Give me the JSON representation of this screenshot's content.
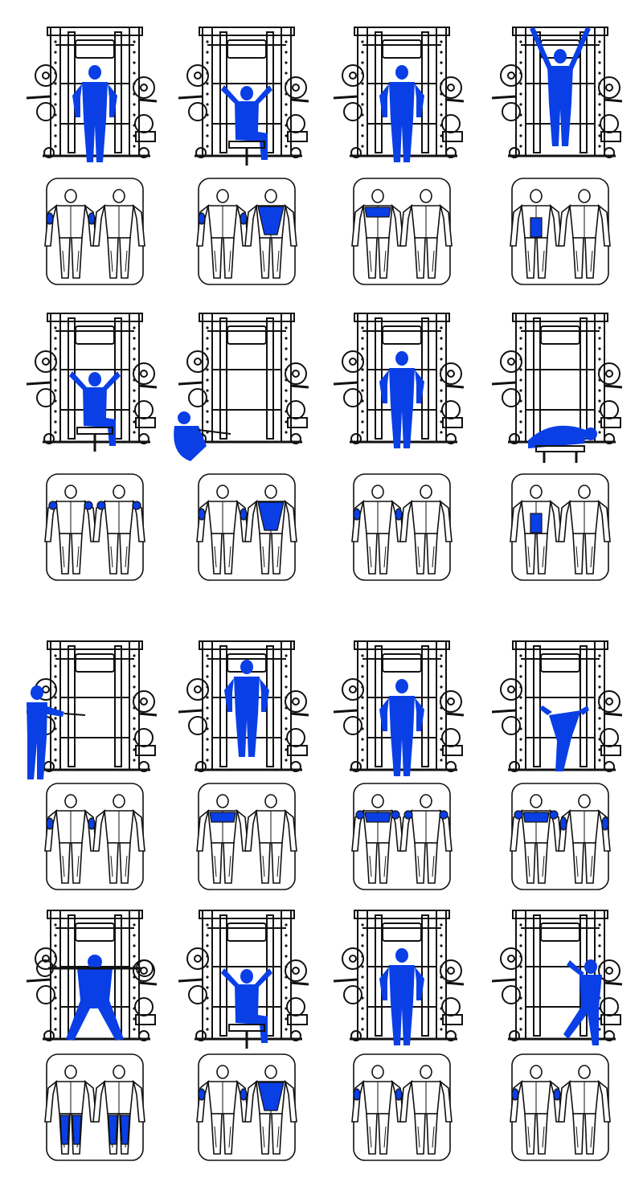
{
  "colors": {
    "highlight": "#0a3fe6",
    "line": "#111111",
    "background": "#ffffff"
  },
  "exercises": [
    {
      "id": 1,
      "pose": "stand-front",
      "front": [
        "biceps"
      ],
      "back": []
    },
    {
      "id": 2,
      "pose": "seated-row",
      "front": [
        "biceps"
      ],
      "back": [
        "back"
      ]
    },
    {
      "id": 3,
      "pose": "stand-front",
      "front": [
        "chest"
      ],
      "back": []
    },
    {
      "id": 4,
      "pose": "hanging",
      "front": [
        "abs"
      ],
      "back": []
    },
    {
      "id": 5,
      "pose": "seated-press",
      "front": [
        "shoulders"
      ],
      "back": [
        "shoulders"
      ]
    },
    {
      "id": 6,
      "pose": "floor-crunch",
      "front": [
        "biceps"
      ],
      "back": [
        "back"
      ]
    },
    {
      "id": 7,
      "pose": "stand-front",
      "front": [
        "biceps"
      ],
      "back": []
    },
    {
      "id": 8,
      "pose": "bench-lying",
      "front": [
        "abs"
      ],
      "back": []
    },
    {
      "id": 9,
      "pose": "stand-side",
      "front": [
        "biceps"
      ],
      "back": []
    },
    {
      "id": 10,
      "pose": "dip",
      "front": [
        "chest"
      ],
      "back": []
    },
    {
      "id": 11,
      "pose": "stand-back",
      "front": [
        "chest",
        "shoulders"
      ],
      "back": [
        "shoulders"
      ]
    },
    {
      "id": 12,
      "pose": "bent-over",
      "front": [
        "chest",
        "shoulders"
      ],
      "back": [
        "triceps"
      ]
    },
    {
      "id": 13,
      "pose": "squat",
      "front": [
        "legs"
      ],
      "back": [
        "legs"
      ]
    },
    {
      "id": 14,
      "pose": "seated-press",
      "front": [
        "biceps"
      ],
      "back": [
        "back"
      ]
    },
    {
      "id": 15,
      "pose": "stand-front",
      "front": [
        "biceps"
      ],
      "back": []
    },
    {
      "id": 16,
      "pose": "lunge-side",
      "front": [
        "biceps"
      ],
      "back": []
    }
  ]
}
